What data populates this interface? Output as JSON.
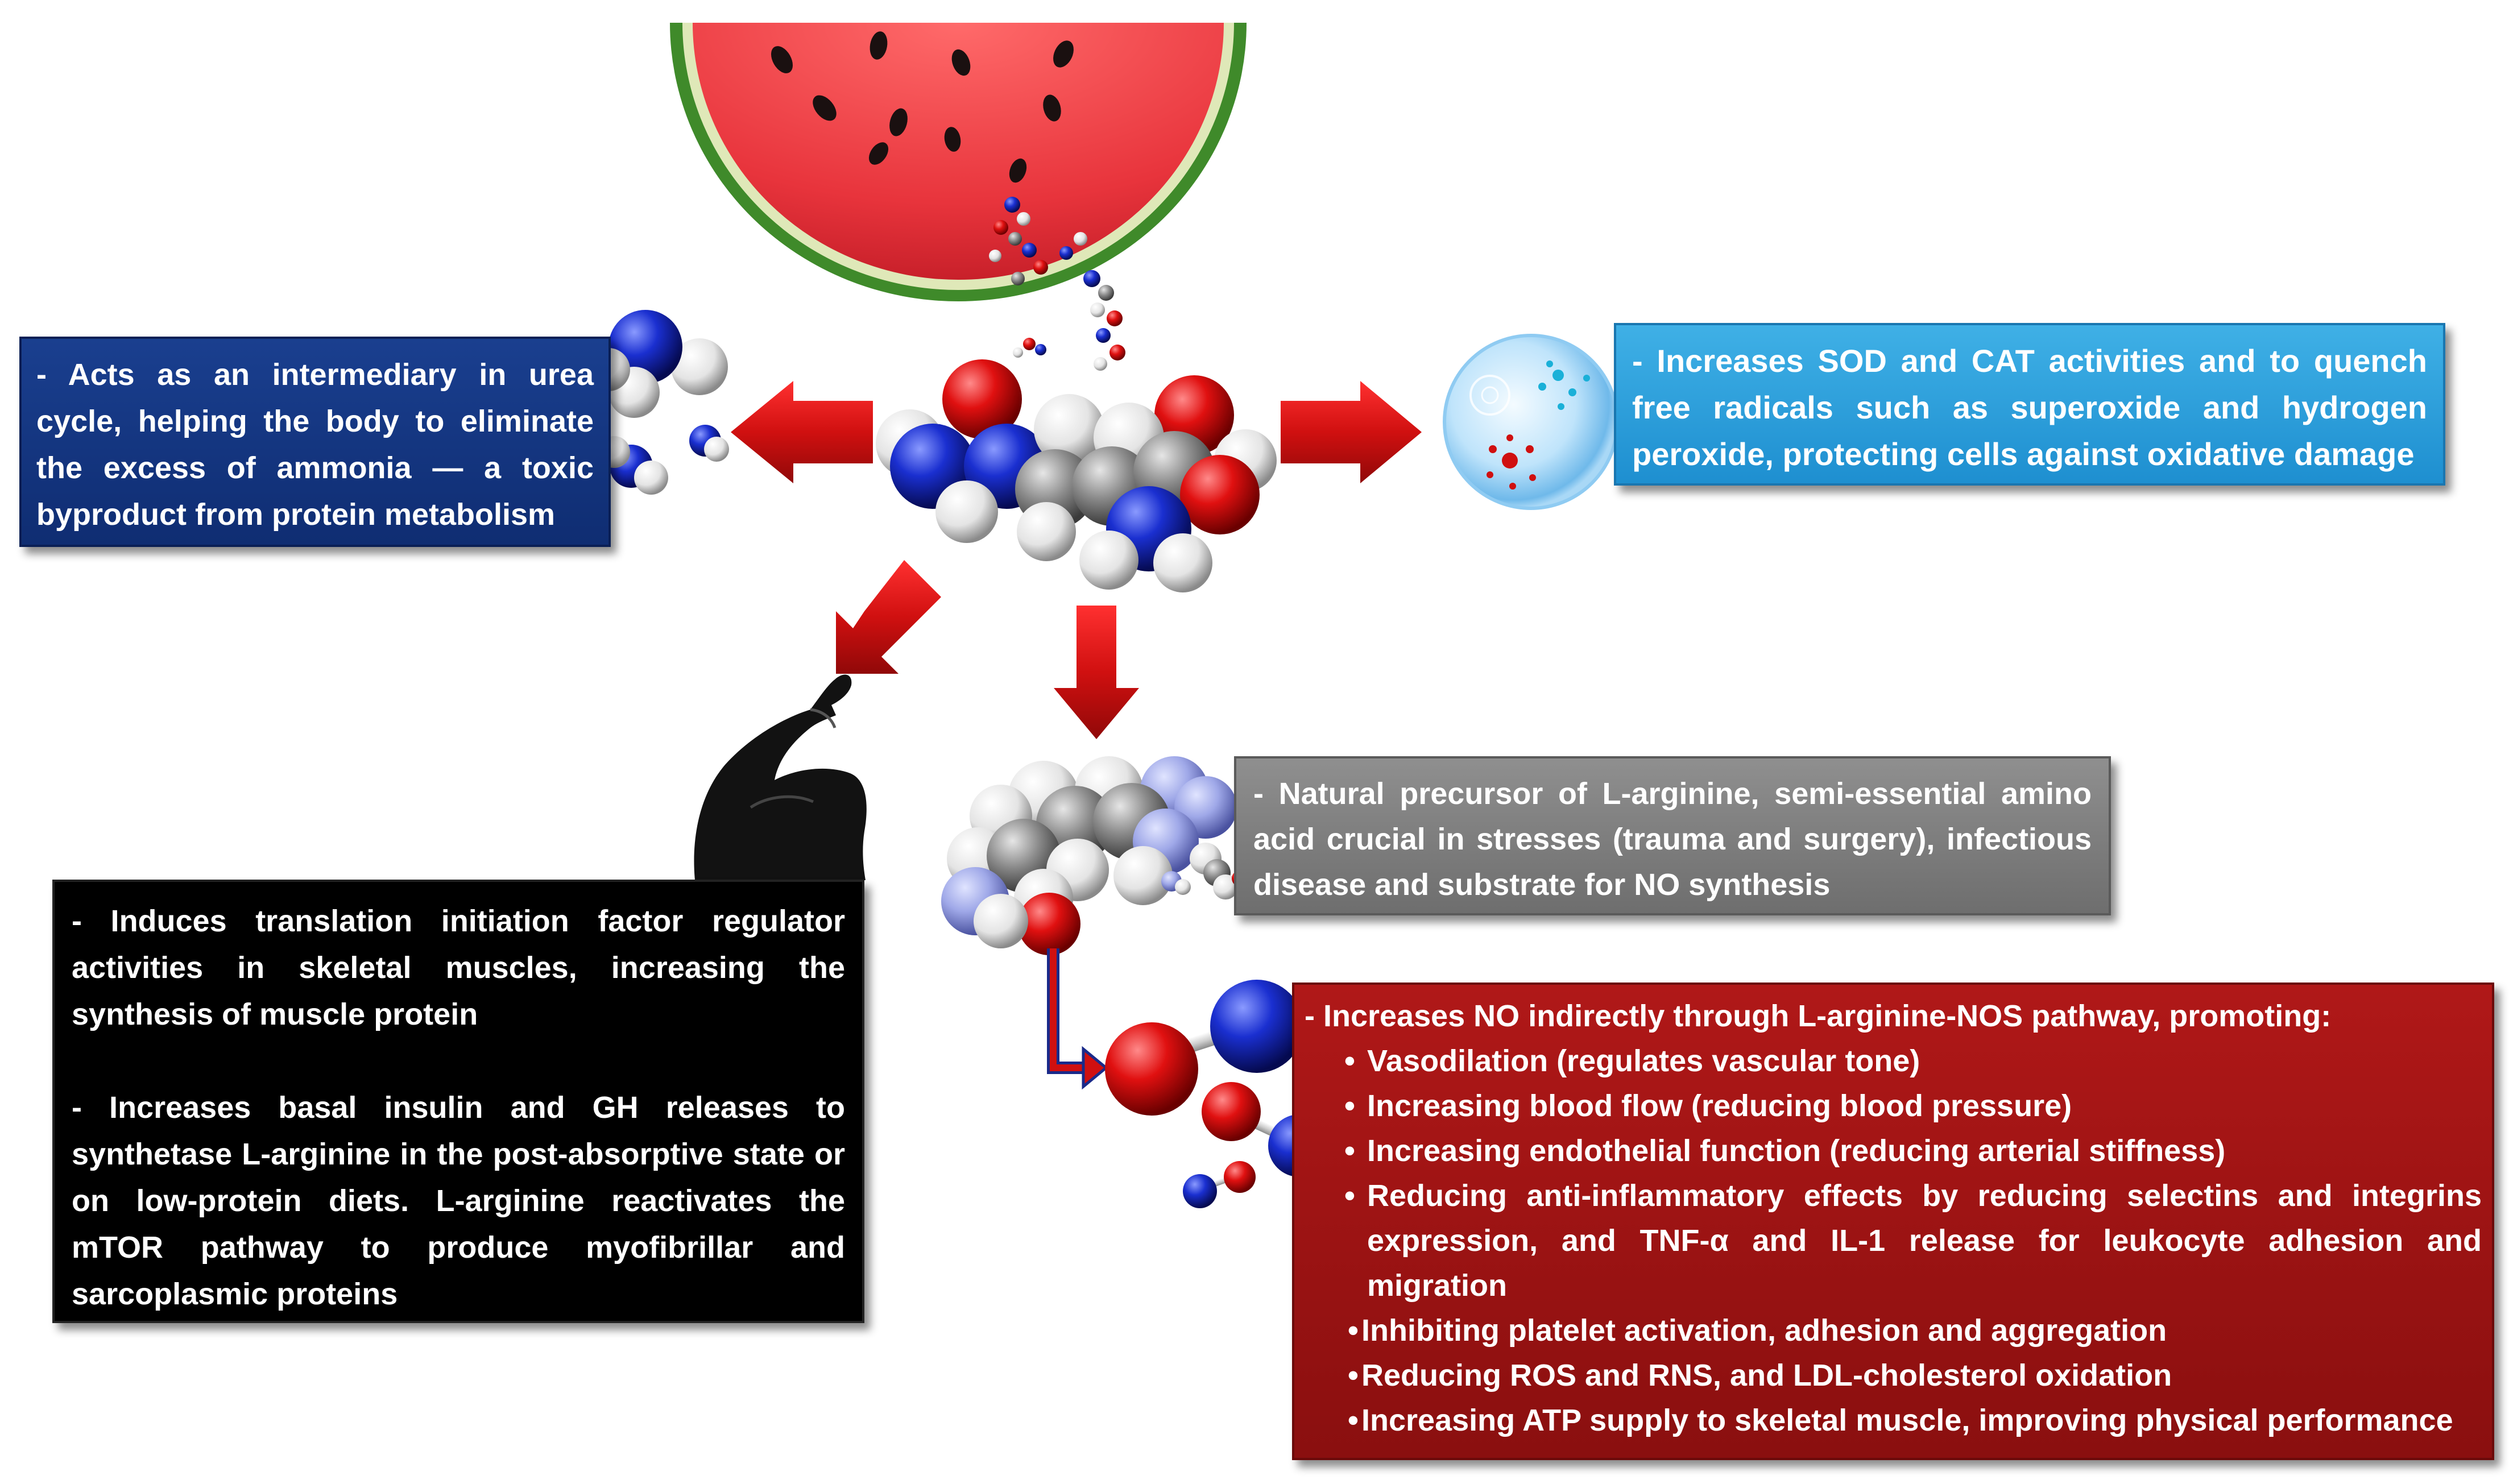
{
  "colors": {
    "arrow_red": "#d01010",
    "urea_box": "#0f2d72",
    "antioxidant_box": "#1e8fd0",
    "muscle_box": "#000000",
    "precursor_box": "#737373",
    "no_box": "#8a0f0f",
    "oxygen_red": "#e01010",
    "nitrogen_blue": "#1a2fd0",
    "carbon_gray": "#8c8c8c",
    "hydrogen_white": "#f0f0f0",
    "watermelon_flesh": "#e8343c",
    "watermelon_rind": "#3f8a2a"
  },
  "icons": {
    "watermelon": "watermelon-slice-icon",
    "citrulline": "citrulline-molecule-icon",
    "ammonia": "ammonia-molecule-icon",
    "free_radical": "free-radical-sphere-icon",
    "biceps": "flexed-biceps-icon",
    "arginine": "arginine-molecule-icon",
    "nitric_oxide": "nitric-oxide-molecule-icon"
  },
  "boxes": {
    "urea": "- Acts as an intermediary in urea cycle, helping the body to eliminate the excess of ammonia — a toxic byproduct from protein metabolism",
    "antioxidant": "- Increases SOD and CAT activities and to quench free radicals such as superoxide and hydrogen peroxide, protecting cells against oxidative damage",
    "muscle": {
      "para1": "- Induces translation initiation factor regulator activities in skeletal muscles, increasing the synthesis of muscle protein",
      "para2": "- Increases basal insulin and GH releases to synthetase L-arginine in the post-absorptive state or on low-protein diets. L-arginine reactivates the mTOR pathway to produce myofibrillar and sarcoplasmic proteins"
    },
    "precursor": "- Natural precursor of L-arginine, semi-essential amino acid crucial in stresses (trauma and surgery), infectious disease and substrate for NO synthesis",
    "no": {
      "lead": "- Increases NO indirectly through L-arginine-NOS pathway, promoting:",
      "items": [
        "Vasodilation (regulates vascular tone)",
        "Increasing blood flow (reducing blood pressure)",
        "Increasing endothelial function (reducing arterial stiffness)",
        "Reducing anti-inflammatory effects by reducing selectins and integrins expression, and TNF-α and IL-1 release for leukocyte adhesion and migration",
        "Inhibiting platelet activation, adhesion and aggregation",
        "Reducing ROS and RNS, and LDL-cholesterol oxidation",
        "Increasing ATP supply to skeletal muscle, improving physical performance"
      ]
    }
  }
}
